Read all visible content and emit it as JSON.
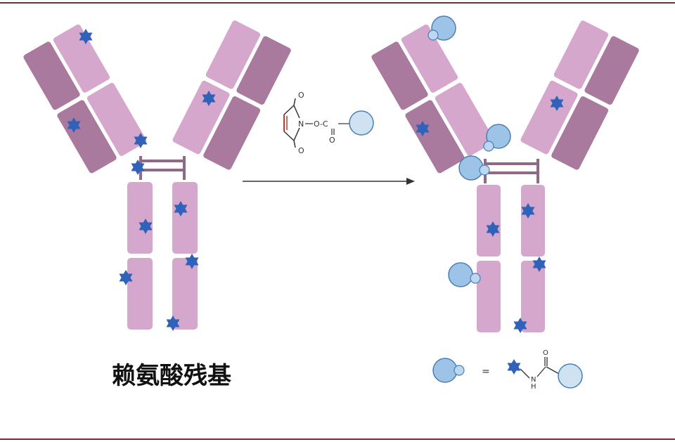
{
  "caption": "赖氨酸残基",
  "reagent": {
    "atom_n": "N",
    "atom_o_top": "O",
    "atom_o_bottom": "O",
    "chain": "O-C",
    "carbonyl_o": "O"
  },
  "legend": {
    "equals": "=",
    "amide_o": "O",
    "amide_n": "N",
    "amide_h": "H"
  },
  "colors": {
    "heavy_light": "#d6a7cc",
    "heavy_dark": "#a97a9e",
    "disulfide": "#8f6a86",
    "lysine": "#2f62b8",
    "payload_light": "#cfe2f2",
    "payload_blue": "#9dc3e6",
    "payload_stroke": "#4a7fb5",
    "border": "#7a2b3a"
  }
}
